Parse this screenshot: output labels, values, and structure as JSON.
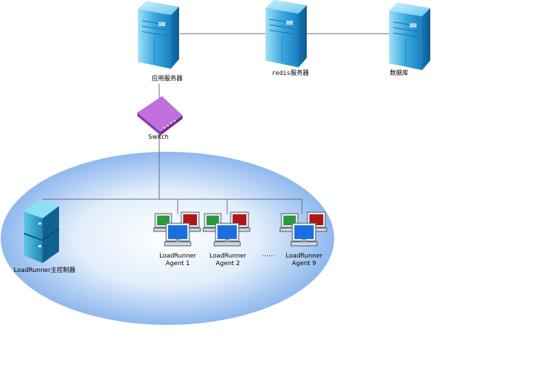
{
  "nodes": {
    "app_server": {
      "label": "应用服务器",
      "icon": "server-tower-icon"
    },
    "redis_server": {
      "label": "redis服务器",
      "icon": "server-tower-icon"
    },
    "database": {
      "label": "数据库",
      "icon": "server-tower-icon"
    },
    "switch": {
      "label": "Switch",
      "icon": "network-switch-icon"
    },
    "controller": {
      "label": "LoadRunner主控制器",
      "icon": "server-stack-icon"
    },
    "agents": [
      {
        "line1": "LoadRunner",
        "line2": "Agent 1",
        "icon": "workstation-group-icon"
      },
      {
        "line1": "LoadRunner",
        "line2": "Agent 2",
        "icon": "workstation-group-icon"
      },
      {
        "line1": "LoadRunner",
        "line2": "Agent 9",
        "icon": "workstation-group-icon"
      }
    ],
    "ellipsis": "……"
  },
  "colors": {
    "server_blue": "#1f8fd0",
    "server_light": "#7fd3f5",
    "switch_purple": "#b25fd6",
    "cloud_blue": "#8fbaf0",
    "monitor_green": "#2a9a3a",
    "monitor_red": "#b01818",
    "monitor_blue": "#1a6fe0",
    "line": "#5a6a7a"
  }
}
